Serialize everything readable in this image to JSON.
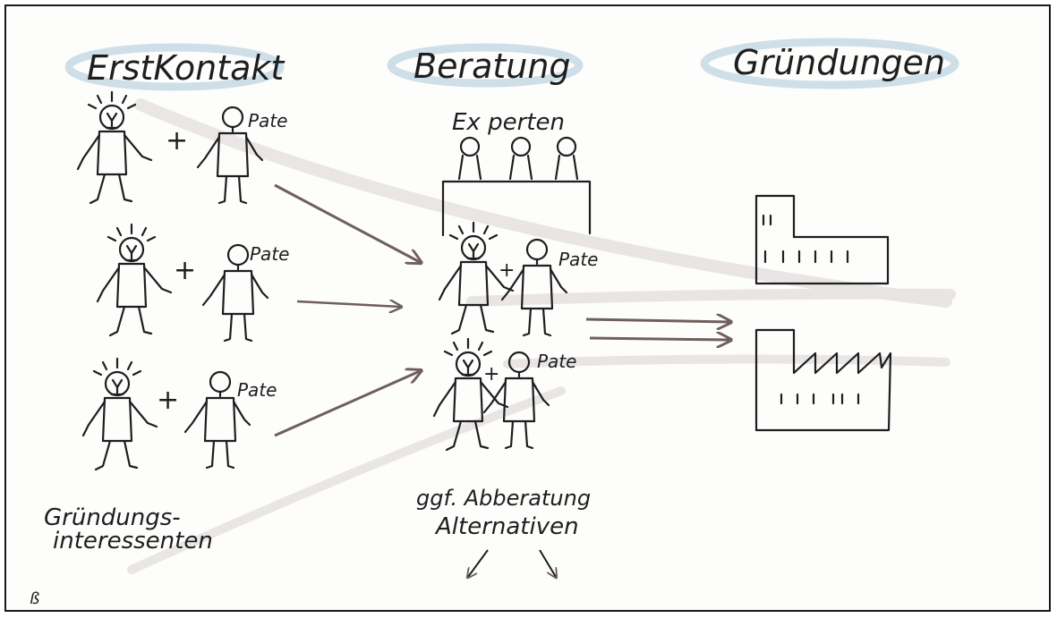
{
  "headings": {
    "erstkontakt": "ErstKontakt",
    "beratung": "Beratung",
    "gruendungen": "Gründungen"
  },
  "labels": {
    "pate": "Pate",
    "plus": "+",
    "experten": "Ex perten",
    "gruendungs_line1": "Gründungs-",
    "gruendungs_line2": "interessenten",
    "abberatung_line1": "ggf. Abberatung",
    "abberatung_line2": "Alternativen",
    "signature": "ß"
  },
  "colors": {
    "ink": "#1e1e1e",
    "arrow": "#7a6a66",
    "swoosh": "#c9dce6",
    "band": "#d9d3d2"
  }
}
